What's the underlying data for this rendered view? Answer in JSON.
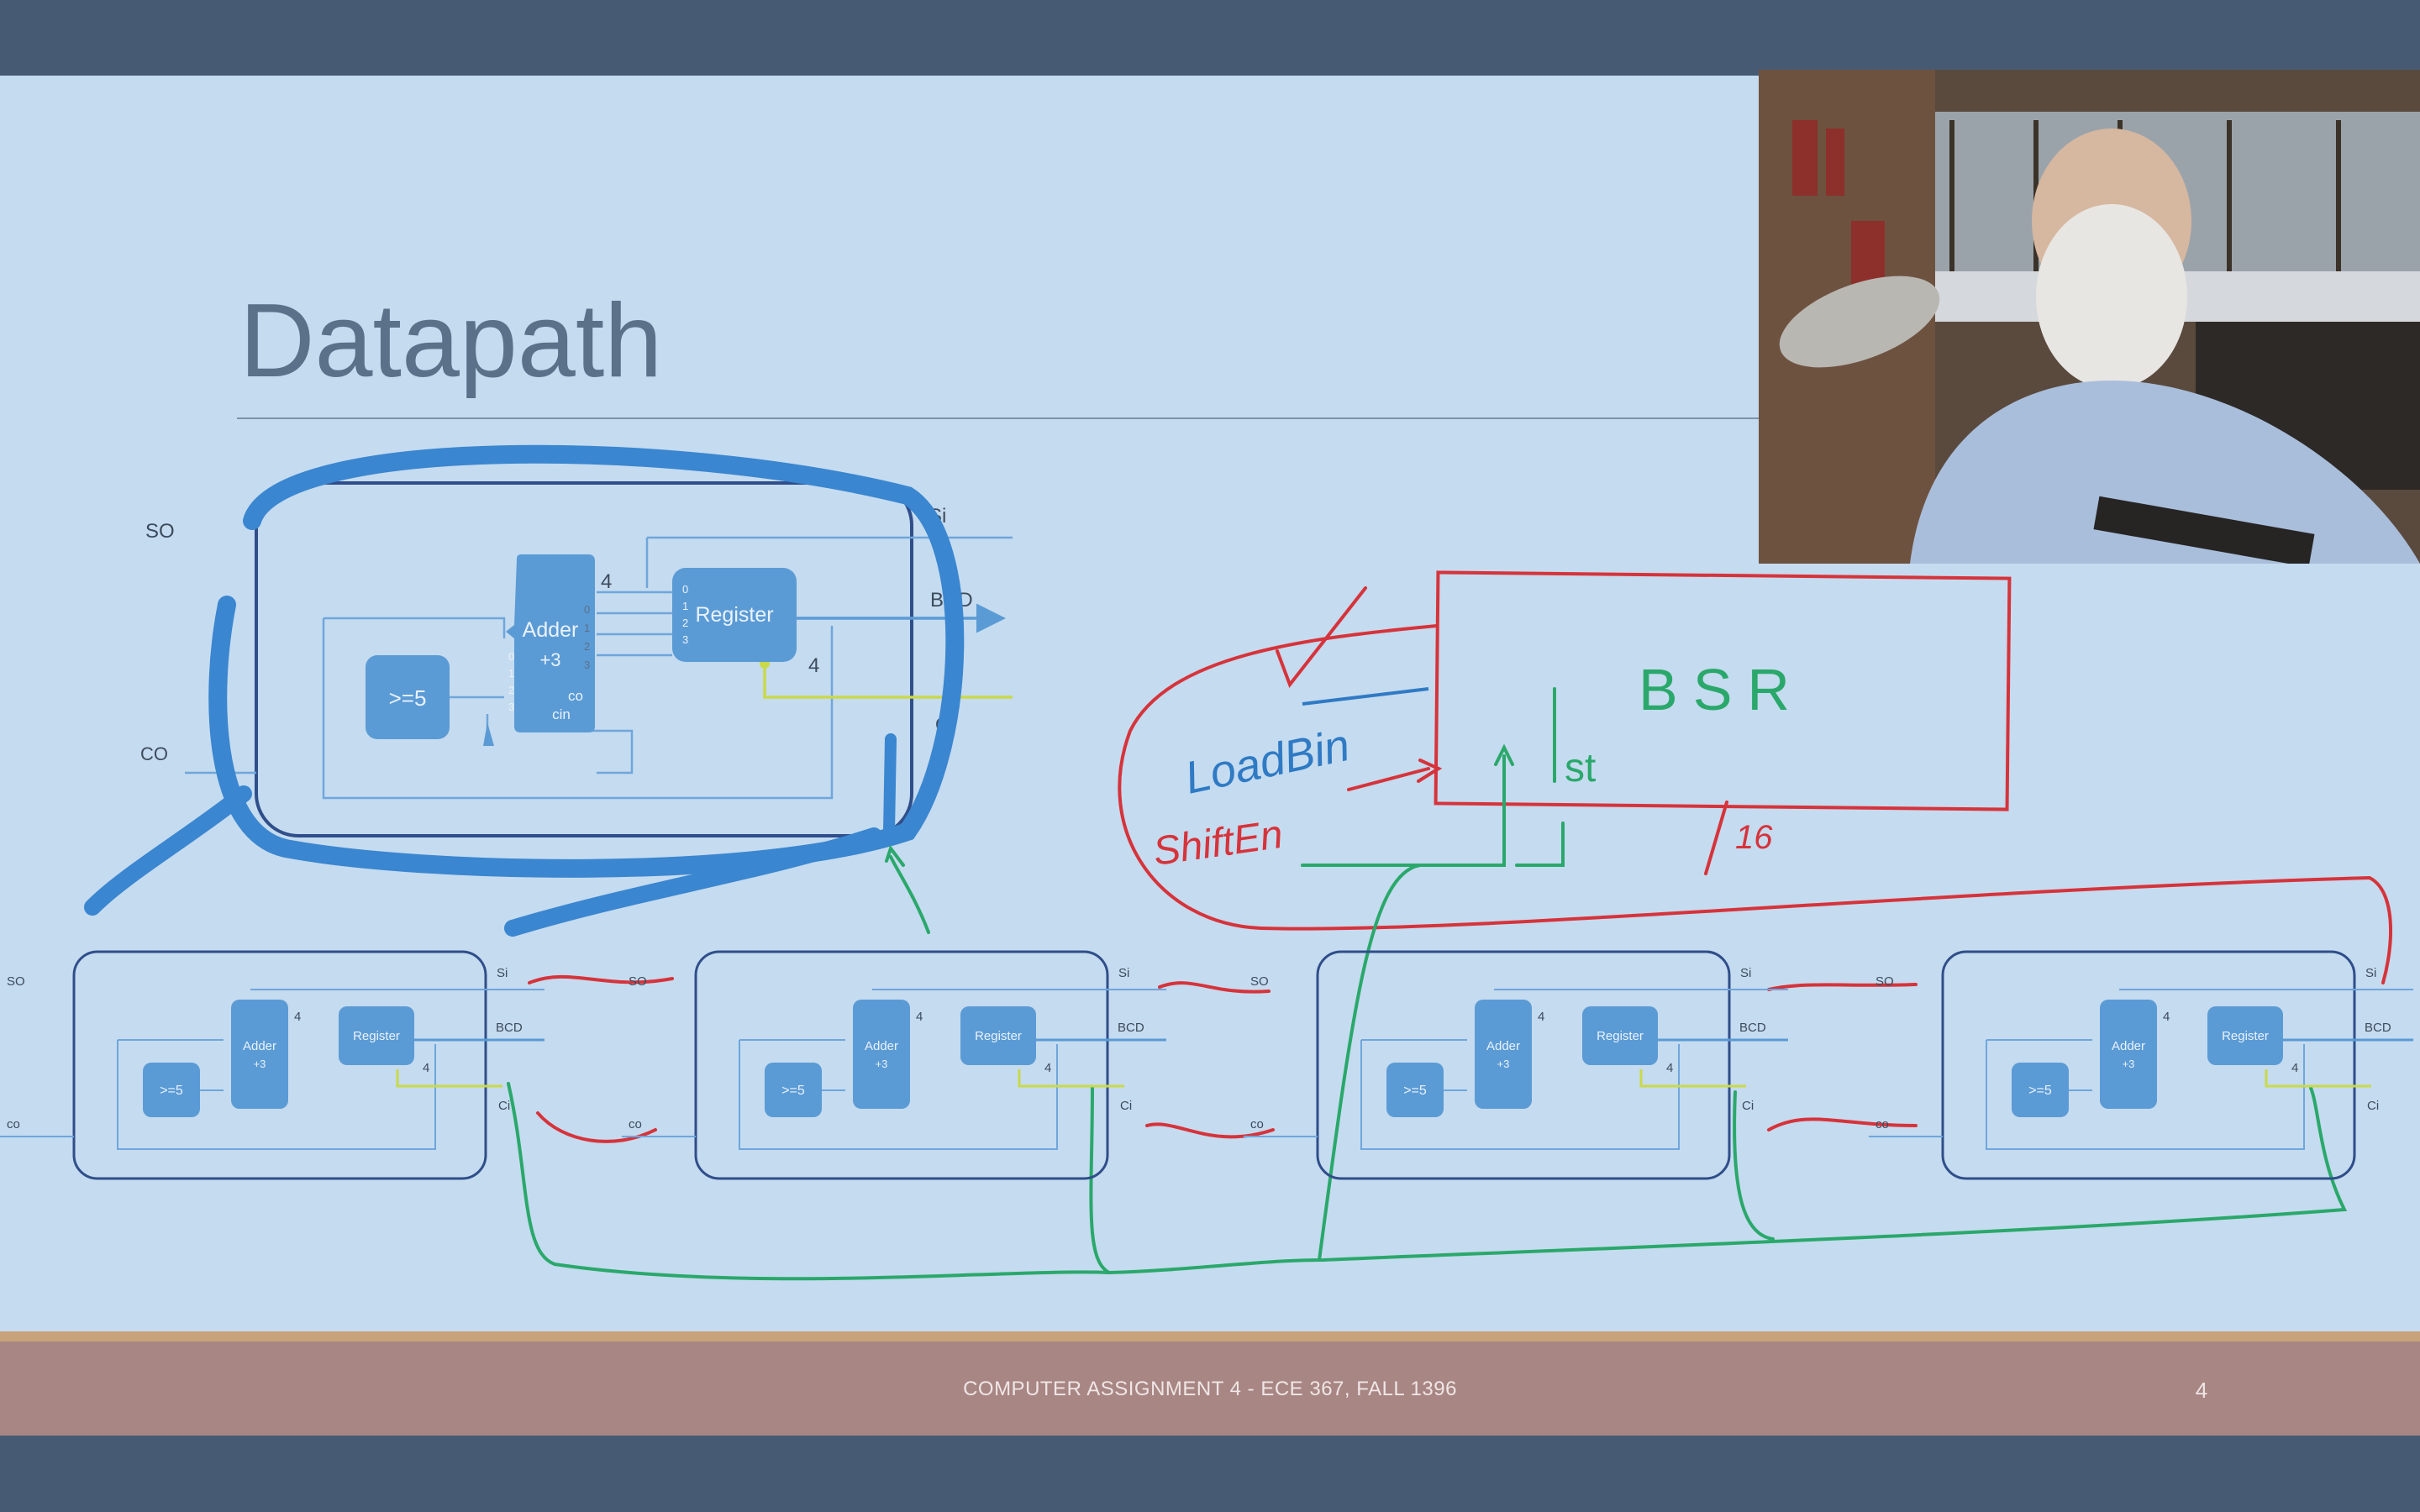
{
  "slide": {
    "title": "Datapath",
    "footer": "COMPUTER ASSIGNMENT 4 - ECE 367, FALL 1396",
    "page_number": "4"
  },
  "big_cell": {
    "adder_label": "Adder",
    "adder_sub": "+3",
    "register_label": "Register",
    "cmp_label": ">=5",
    "co_label": "co",
    "cin_label": "cin",
    "bus_width": "4",
    "bit_indices": [
      "0",
      "1",
      "2",
      "3"
    ],
    "ports": {
      "so": "SO",
      "si": "Si",
      "bcd": "BCD",
      "co": "CO",
      "ci": "Ci"
    }
  },
  "small_cells": {
    "adder_label": "Adder",
    "adder_sub": "+3",
    "register_label": "Register",
    "cmp_label": ">=5",
    "bus_width": "4",
    "so": "SO",
    "si": "Si",
    "bcd": "BCD",
    "co": "co",
    "ci": "Ci",
    "count": 4
  },
  "annotations": {
    "bsr_label": "BSR",
    "load_label": "LoadBin",
    "shift_label": "ShiftEn",
    "st_label": "st",
    "bus_label": "16",
    "chain_so": "SO",
    "chain_co": "co"
  },
  "colors": {
    "slide_bg": "#c5dbef",
    "frame": "#465b73",
    "footer": "#a88684",
    "footer_accent": "#c7a27a",
    "block_fill": "#5b9bd5",
    "cell_border": "#2f4e8a",
    "pen_blue": "#3a86d0",
    "pen_red": "#d6333b",
    "pen_green": "#2aa86b",
    "yellow_wire": "#c9d94a"
  }
}
